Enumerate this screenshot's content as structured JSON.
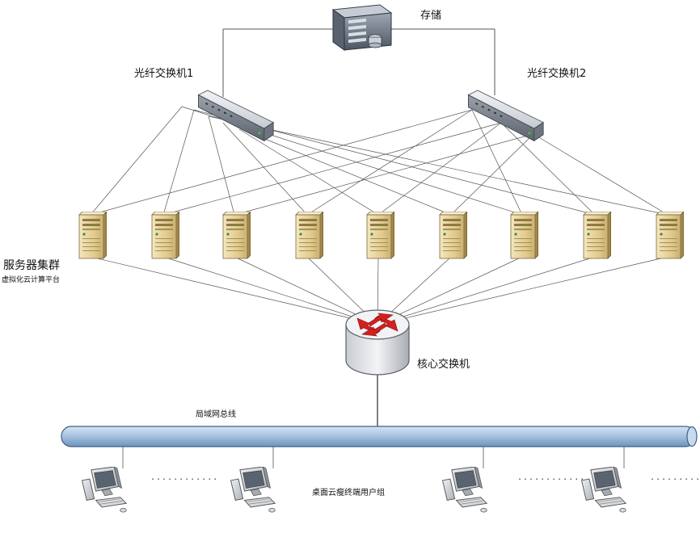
{
  "labels": {
    "storage": "存储",
    "fiber_switch_1": "光纤交换机1",
    "fiber_switch_2": "光纤交换机2",
    "server_cluster": "服务器集群",
    "virtualization_platform": "虚拟化云计算平台",
    "core_switch": "核心交换机",
    "backbone": "局域网总线",
    "desktop_user_group": "桌面云瘦终端用户组"
  },
  "ellipsis": "............",
  "icons": {
    "storage": "storage-server-icon",
    "fiber_switch": "fiber-switch-icon",
    "server": "server-tower-icon",
    "core_switch": "router-icon",
    "terminal": "thin-client-terminal-icon"
  },
  "colors": {
    "line": "#555555",
    "backbone_fill": "#a9c4e0",
    "router_arrows": "#d42020",
    "server_body": "#e8d5a0"
  }
}
